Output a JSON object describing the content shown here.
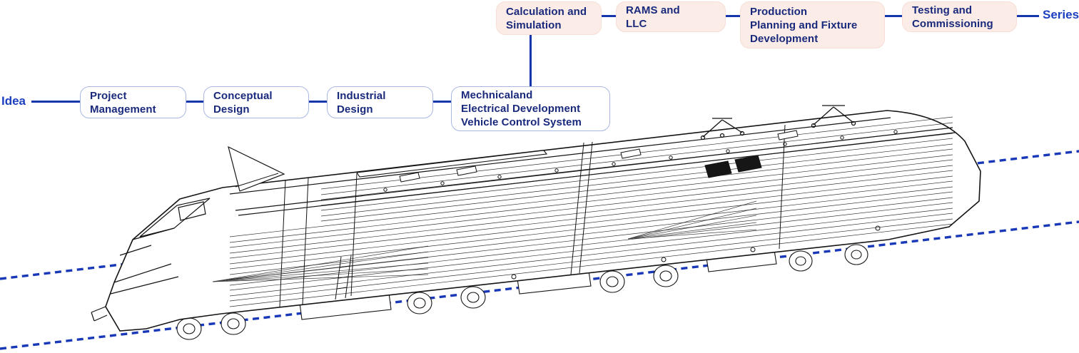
{
  "labels": {
    "start": "Idea",
    "end": "Series"
  },
  "stages": {
    "bottom": [
      {
        "label": "Project\nManagement"
      },
      {
        "label": "Conceptual\nDesign"
      },
      {
        "label": "Industrial\nDesign"
      },
      {
        "label": "Mechnicaland\nElectrical Development\nVehicle Control System"
      }
    ],
    "top": [
      {
        "label": "Calculation and\nSimulation"
      },
      {
        "label": "RAMS and\nLLC"
      },
      {
        "label": "Production\nPlanning and Fixture\nDevelopment"
      },
      {
        "label": "Testing and\nCommissioning"
      }
    ]
  },
  "illustration": {
    "name": "locomotive-wireframe",
    "description": "Black wireframe CAD drawing of a two-section electric locomotive in perspective, placed between two dashed blue track guide lines"
  },
  "colors": {
    "accent": "#1535ad",
    "text-navy": "#19297c",
    "label-blue": "#1c3fc0",
    "white-box-border": "#a9b8e3",
    "pink": "#fcece7",
    "pink-border": "#f7ded7",
    "track-dash": "#1838b8",
    "wireframe": "#141414"
  }
}
